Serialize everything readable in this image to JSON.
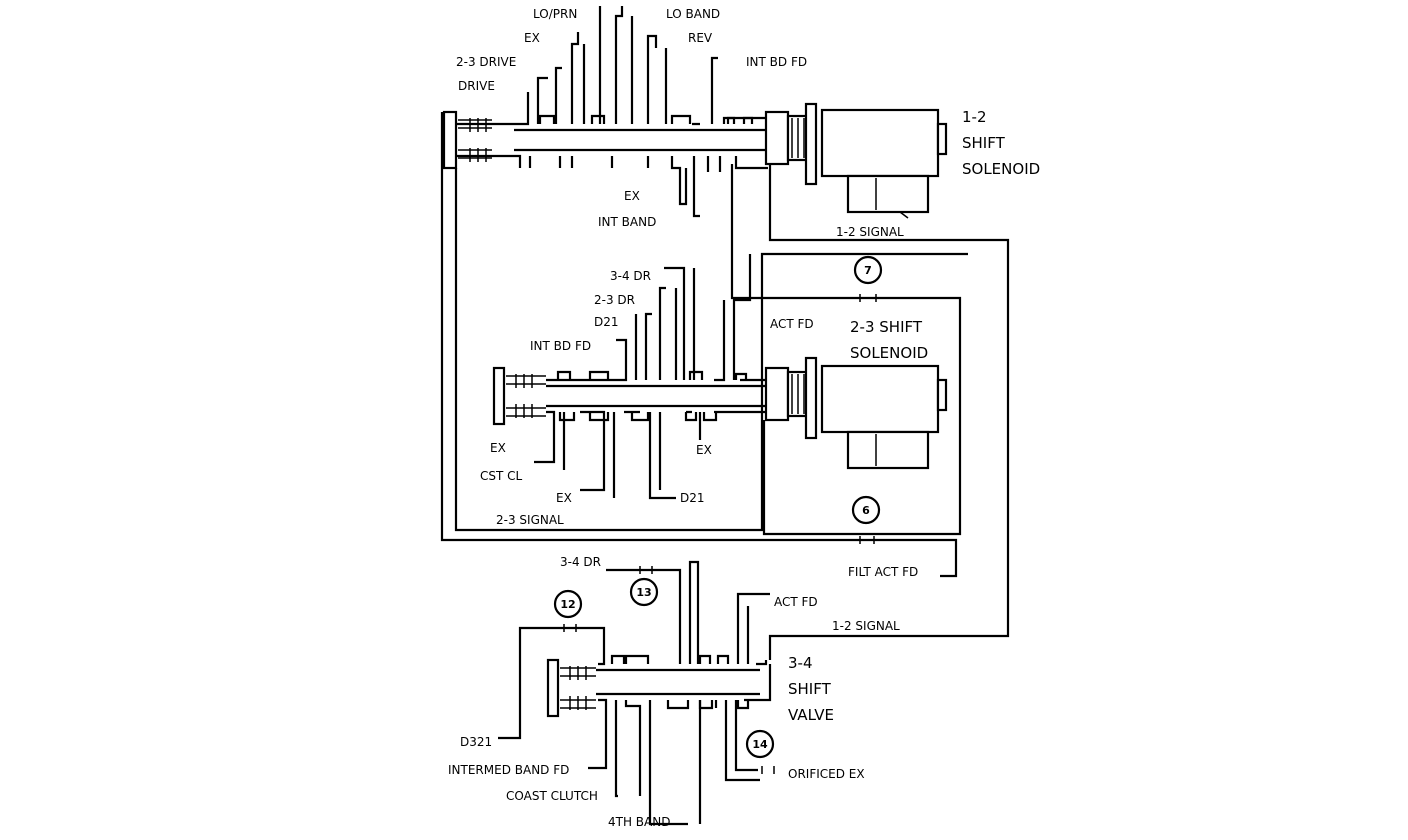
{
  "valve_12": {
    "labels": {
      "lo_prn": "LO/PRN",
      "lo_band": "LO BAND",
      "ex_top": "EX",
      "rev": "REV",
      "drive_23": "2-3 DRIVE",
      "int_bd_fd": "INT BD FD",
      "drive": "DRIVE",
      "ex_bottom": "EX",
      "int_band": "INT BAND"
    },
    "solenoid_name": [
      "1-2",
      "SHIFT",
      "SOLENOID"
    ],
    "signal": "1-2 SIGNAL"
  },
  "valve_23": {
    "labels": {
      "dr_34": "3-4 DR",
      "dr_23": "2-3 DR",
      "d21_top": "D21",
      "int_bd_fd": "INT BD FD",
      "act_fd": "ACT FD",
      "ex_left": "EX",
      "cst_cl": "CST CL",
      "ex_right": "EX",
      "ex_bottom": "EX",
      "d21_bottom": "D21"
    },
    "solenoid_name": [
      "2-3 SHIFT",
      "SOLENOID"
    ],
    "signal": "2-3 SIGNAL",
    "filt_act_fd": "FILT ACT FD"
  },
  "valve_34": {
    "labels": {
      "dr_34": "3-4 DR",
      "act_fd": "ACT FD",
      "signal_12": "1-2 SIGNAL",
      "d321": "D321",
      "intermed_band_fd": "INTERMED BAND FD",
      "coast_clutch": "COAST CLUTCH",
      "band_4th": "4TH BAND",
      "orificed_ex": "ORIFICED EX"
    },
    "valve_name": [
      "3-4",
      "SHIFT",
      "VALVE"
    ]
  },
  "orifices": [
    "7",
    "6",
    "12",
    "13",
    "14"
  ]
}
